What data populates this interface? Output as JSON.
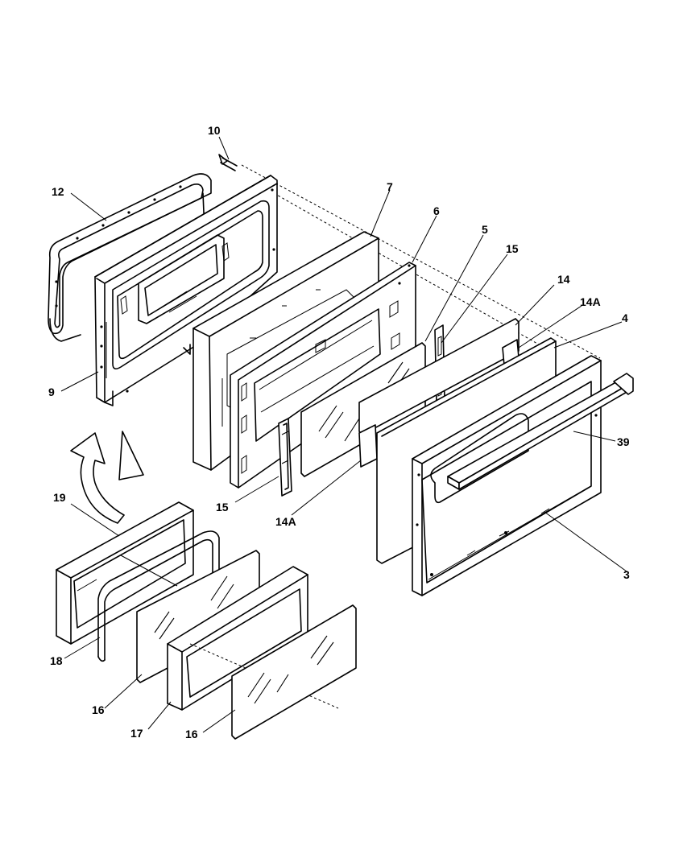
{
  "diagram": {
    "corner_code": "",
    "callouts": {
      "c10": "10",
      "c12": "12",
      "c7": "7",
      "c6": "6",
      "c5": "5",
      "c15a": "15",
      "c14": "14",
      "c14a_top": "14A",
      "c4": "4",
      "c9": "9",
      "c39": "39",
      "c19": "19",
      "c15b": "15",
      "c14a_low": "14A",
      "c3": "3",
      "c18": "18",
      "c16a": "16",
      "c17": "17",
      "c16b": "16"
    }
  }
}
